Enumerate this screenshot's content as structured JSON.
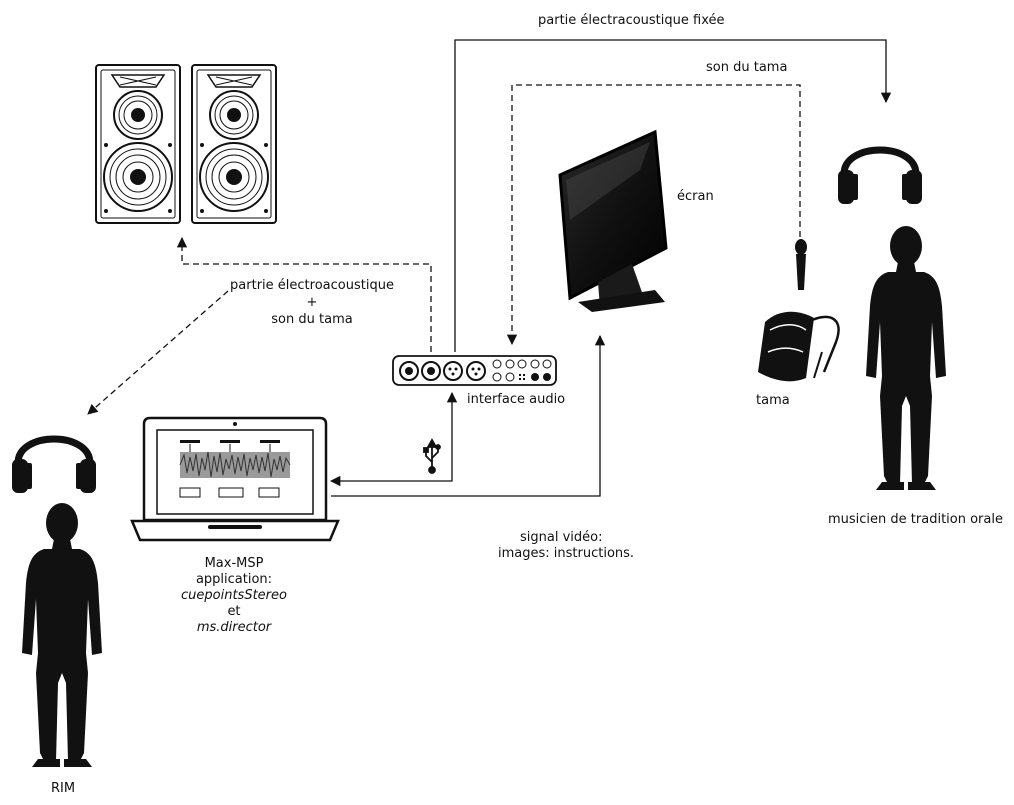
{
  "labels": {
    "fixed_part": "partie électracoustique fixée",
    "tama_sound_top": "son du tama",
    "screen": "écran",
    "electro_part_line1": "partrie électroacoustique",
    "electro_part_plus": "+",
    "electro_part_line2": "son du tama",
    "audio_interface": "interface audio",
    "tama": "tama",
    "musician": "musicien de tradition orale",
    "video_line1": "signal vidéo:",
    "video_line2": "images: instructions.",
    "maxmsp": "Max-MSP",
    "application": "application:",
    "cuepoints": "cuepointsStereo",
    "et": "et",
    "director": "ms.director",
    "rim": "RIM"
  },
  "icons": [
    "speaker-icon",
    "headphones-icon",
    "person-icon",
    "monitor-icon",
    "microphone-icon",
    "drum-icon",
    "audio-interface-icon",
    "laptop-icon",
    "usb-icon"
  ]
}
